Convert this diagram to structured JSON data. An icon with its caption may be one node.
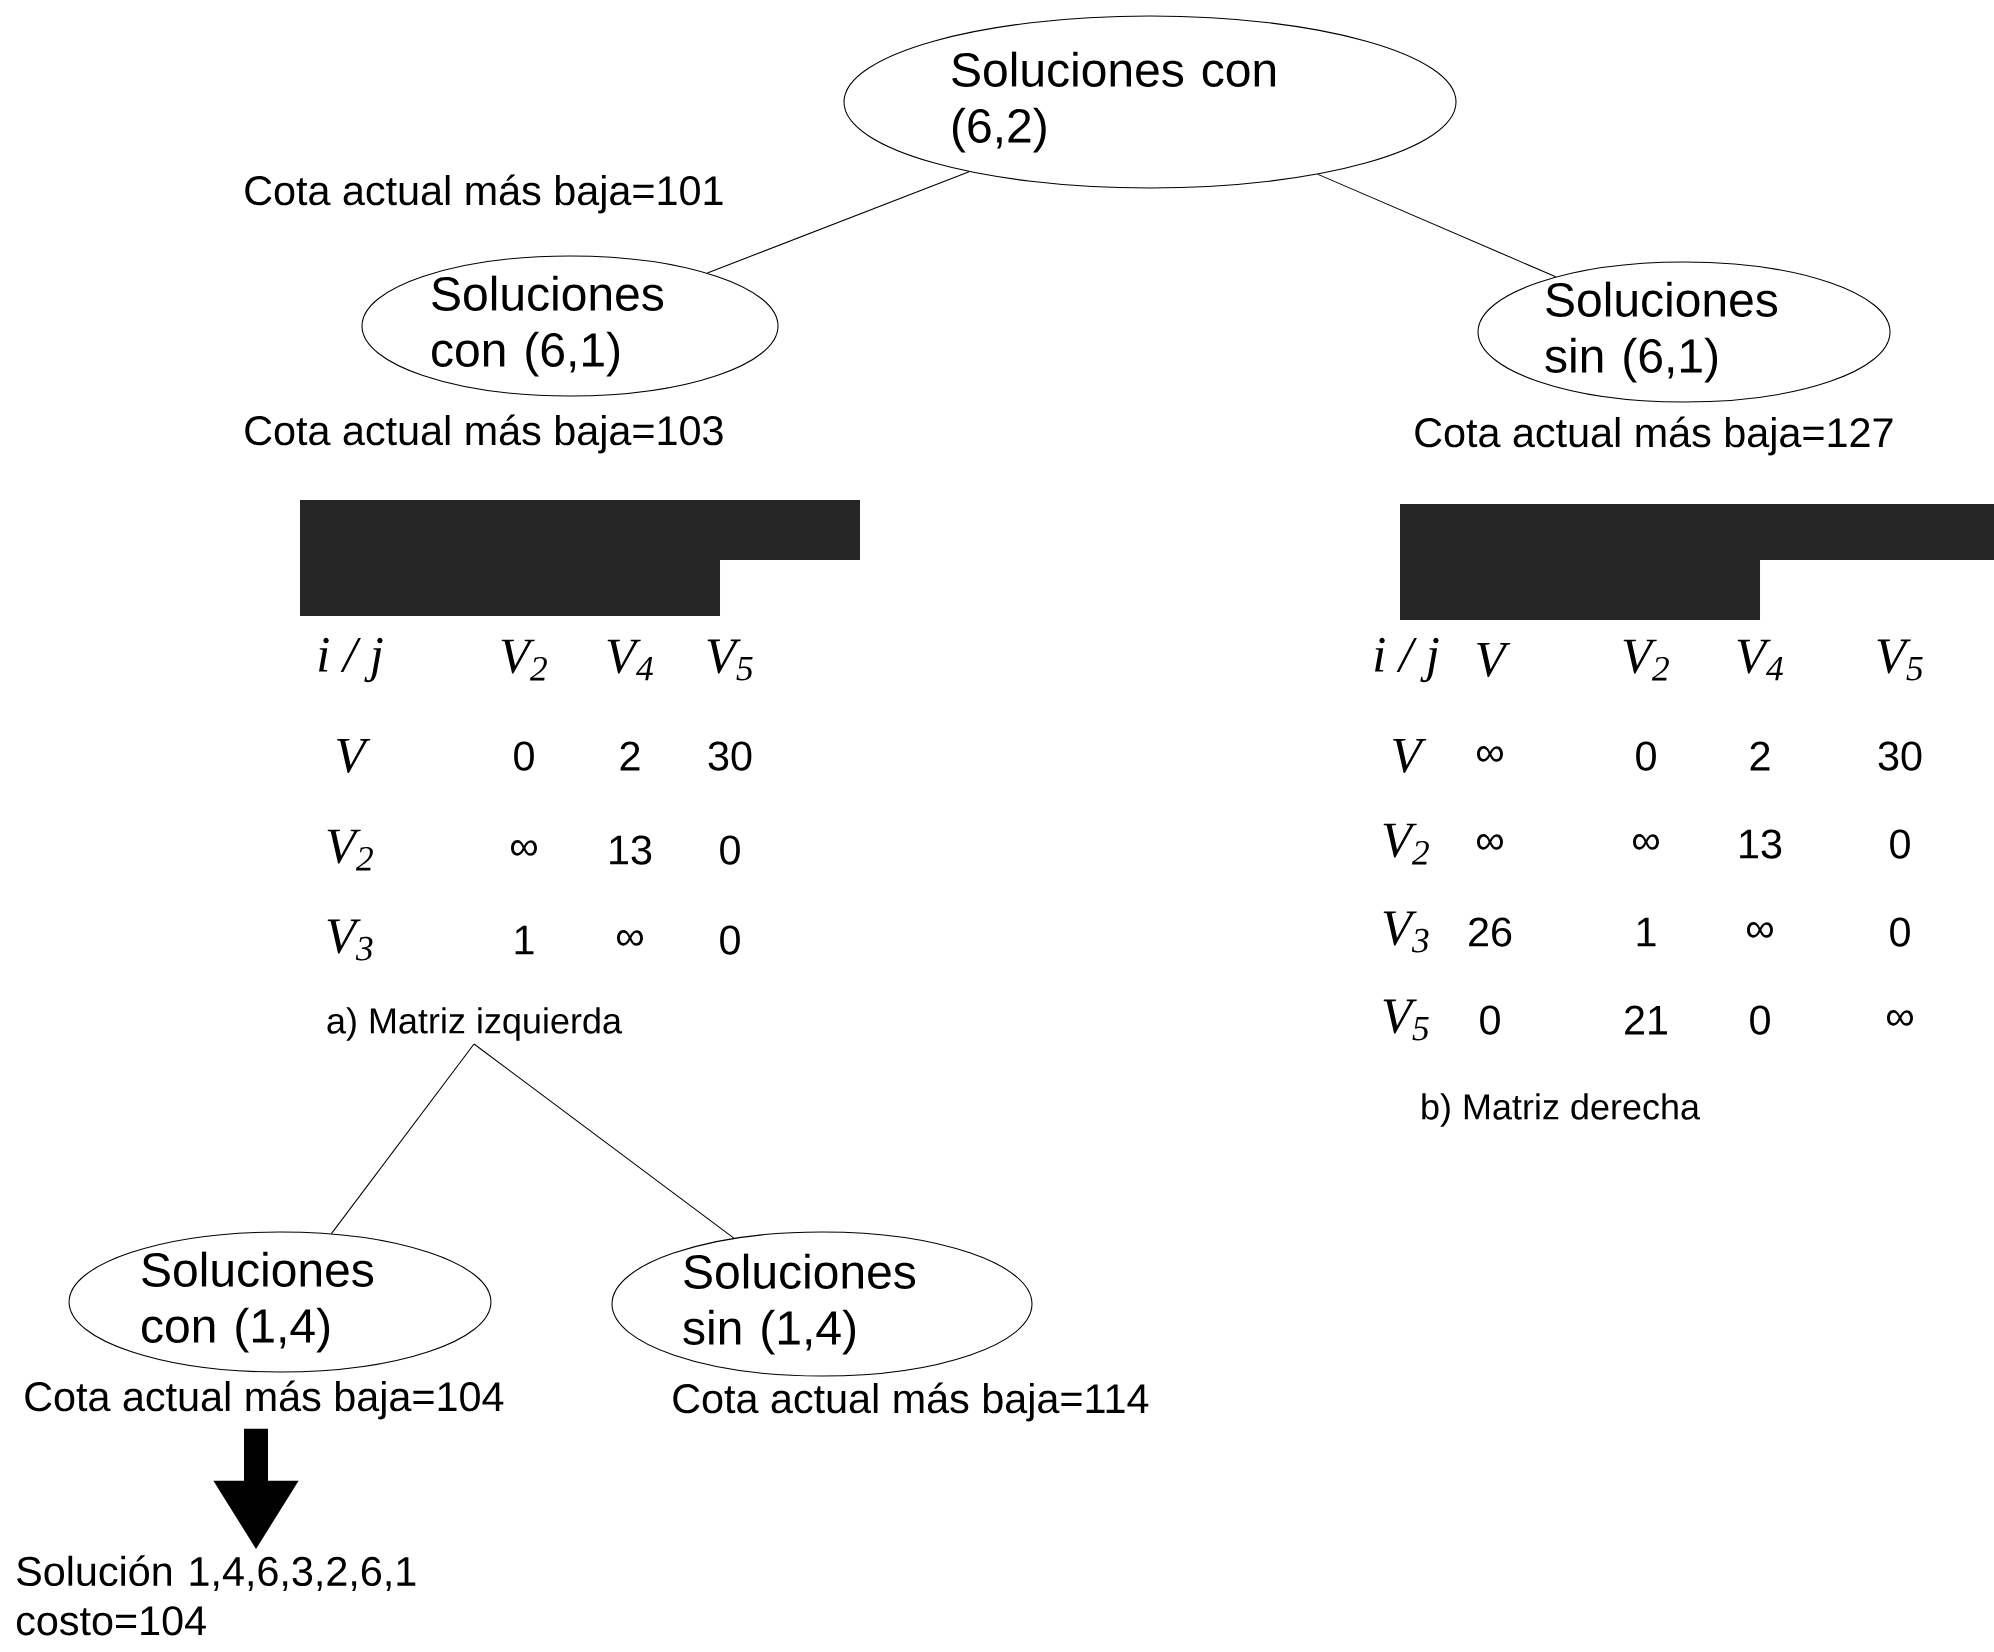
{
  "diagram": {
    "nodes": [
      {
        "text": [
          "Soluciones con (6,2)"
        ]
      },
      {
        "text": [
          "Soluciones con (6,1)"
        ],
        "beside": [
          "Cota actual más baja=103"
        ]
      },
      {
        "text": [
          "Soluciones sin (6,1)"
        ],
        "beside": [
          "Cota actual más baja=127"
        ]
      },
      {
        "text": [
          "a) Matriz izquierda"
        ]
      },
      {
        "text": [
          "Soluciones con (1,4)"
        ],
        "beside": [
          "Cota actual más baja=104"
        ]
      },
      {
        "text": [
          "Soluciones sin (1,4)"
        ],
        "beside": [
          "Cota actual más baja=114"
        ]
      },
      {
        "text": [
          "Solución 1,4,6,3,2,6,1 costo=104"
        ]
      }
    ],
    "edges": [
      {
        "from": 0,
        "to": 1,
        "arrow": "none"
      },
      {
        "from": 0,
        "to": 2,
        "arrow": "none"
      },
      {
        "from": 3,
        "to": 4,
        "arrow": "none"
      },
      {
        "from": 3,
        "to": 5,
        "arrow": "none"
      },
      {
        "from": 4,
        "to": 6,
        "arrow": "to",
        "style": "thick"
      }
    ],
    "labels": [
      "Cota actual más baja=101",
      "i / j",
      "V$_{2}$",
      "V$_{4}$",
      "V$_{5}$",
      "V",
      "0",
      "2",
      "30",
      "V$_{2}$",
      "∞",
      "13",
      "0",
      "V$_{3}$",
      "1",
      "∞",
      "0",
      "i / j",
      "V",
      "V$_{2}$",
      "V$_{4}$",
      "V$_{5}$",
      "V",
      "∞",
      "0",
      "2",
      "30",
      "V$_{2}$",
      "∞",
      "∞",
      "13",
      "0",
      "V$_{3}$",
      "26",
      "1",
      "∞",
      "0",
      "V$_{5}$",
      "0",
      "21",
      "0",
      "∞",
      "b) Matriz derecha"
    ]
  }
}
